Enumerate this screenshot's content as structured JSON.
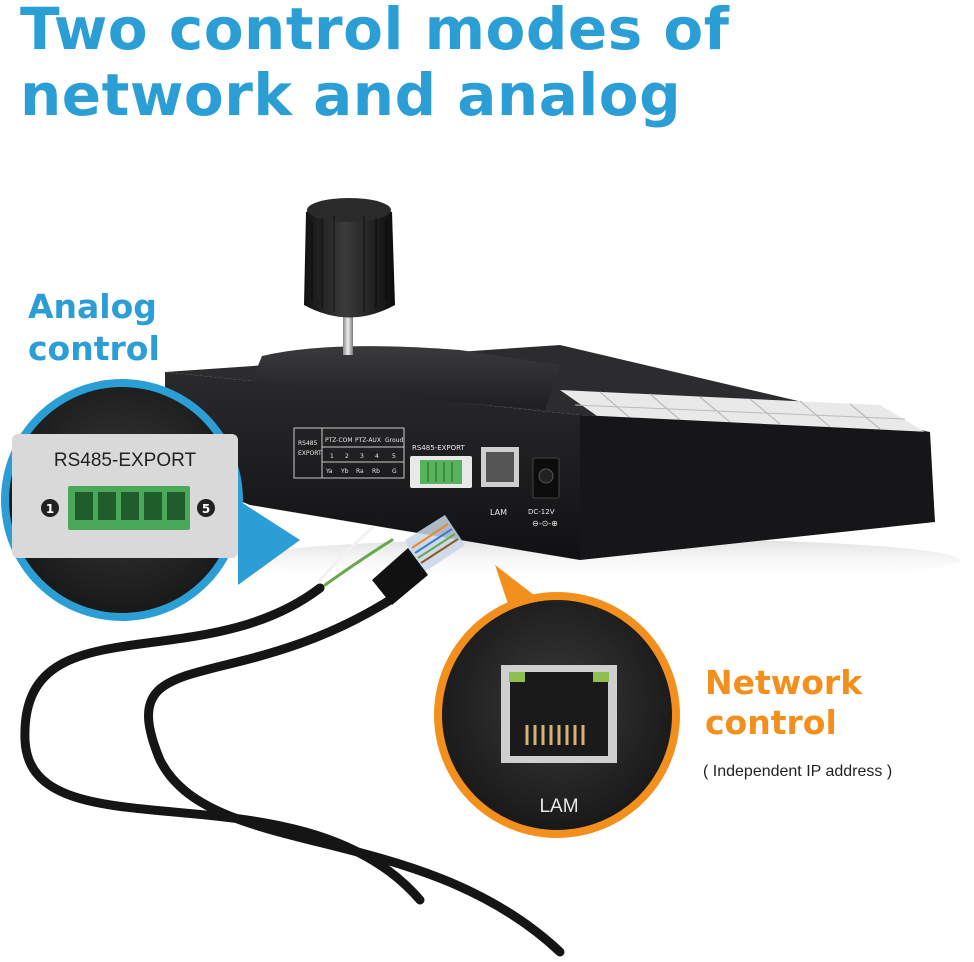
{
  "headline": {
    "line1": "Two control modes of",
    "line2": "network and analog"
  },
  "analog": {
    "title_line1": "Analog",
    "title_line2": "control",
    "port_label": "RS485-EXPORT",
    "pin_first": "1",
    "pin_last": "5"
  },
  "network": {
    "title_line1": "Network",
    "title_line2": "control",
    "subtitle": "( Independent IP address )",
    "port_label": "LAM"
  },
  "device": {
    "rs485_block_label": "RS485\nEXPORT",
    "ptz_com": "PTZ-COM",
    "ptz_aux": "PTZ-AUX",
    "ground": "Groud",
    "pins": [
      "1",
      "2",
      "3",
      "4",
      "5"
    ],
    "pin_names": [
      "Ya",
      "Yb",
      "Ra",
      "Rb",
      "G"
    ],
    "rs485_port": "RS485-EXPORT",
    "lan_label": "LAM",
    "power_label": "DC-12V"
  },
  "colors": {
    "blue": "#2b9ed6",
    "orange": "#f3901d",
    "device_body": "#1c1c1e",
    "terminal_green": "#4aa85a"
  }
}
